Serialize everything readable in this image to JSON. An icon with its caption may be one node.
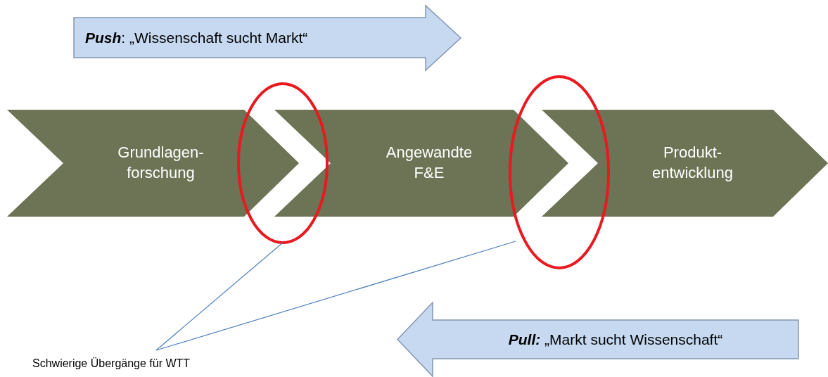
{
  "diagram": {
    "nodes": [
      {
        "text": [
          "**Push**: „Wissenschaft sucht Markt“"
        ]
      },
      {
        "text": [
          "Grundlagen- forschung"
        ]
      },
      {
        "text": [
          "Angewandte F&E"
        ]
      },
      {
        "text": [
          "Produkt- entwicklung"
        ]
      },
      {
        "text": [],
        "shape": "ellipse"
      },
      {
        "text": [],
        "shape": "ellipse"
      },
      {
        "text": [
          "**Pull:** „Markt sucht Wissenschaft“"
        ]
      },
      {
        "text": [
          "Schwierige Übergänge für WTT"
        ]
      }
    ],
    "edges": [
      {
        "from": 7,
        "to": 4,
        "arrow": "none"
      },
      {
        "from": 7,
        "to": 5,
        "arrow": "none"
      }
    ]
  }
}
